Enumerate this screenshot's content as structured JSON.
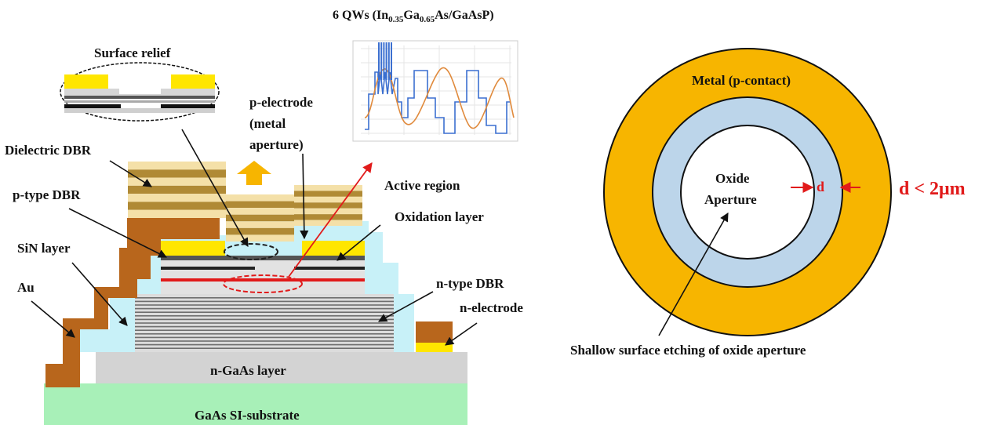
{
  "inset": {
    "title_prefix": "6 QWs (In",
    "sub1": "0.35",
    "mid": "Ga",
    "sub2": "0.65",
    "suffix": "As/GaAsP)"
  },
  "labels": {
    "surface_relief": "Surface relief",
    "p_electrode_1": "p-electrode",
    "p_electrode_2": "(metal",
    "p_electrode_3": "aperture)",
    "dielectric_dbr": "Dielectric DBR",
    "active_region": "Active region",
    "p_type_dbr": "p-type DBR",
    "oxidation_layer": "Oxidation layer",
    "sin_layer": "SiN layer",
    "au": "Au",
    "n_type_dbr": "n-type DBR",
    "n_electrode": "n-electrode",
    "n_gaas_layer": "n-GaAs layer",
    "substrate": "GaAs SI-substrate"
  },
  "right": {
    "metal": "Metal (p-contact)",
    "oxide_1": "Oxide",
    "oxide_2": "Aperture",
    "d": "d",
    "d_cond": "d < 2μm",
    "etching": "Shallow surface etching of oxide aperture"
  },
  "colors": {
    "metal_yellow": "#ffe600",
    "gold": "#f7b500",
    "au_brown": "#b8661c",
    "sin_cyan": "#c8f1f8",
    "substrate_green": "#a8f0b8",
    "gaas_gray": "#d3d3d3",
    "oxide_blue": "#bcd5ea",
    "dbr_tan": "#f4e0a8",
    "dbr_dark": "#b08a35",
    "red": "#e11a1a",
    "inset_blue": "#3b6fd0",
    "inset_orange": "#e08a3c"
  }
}
